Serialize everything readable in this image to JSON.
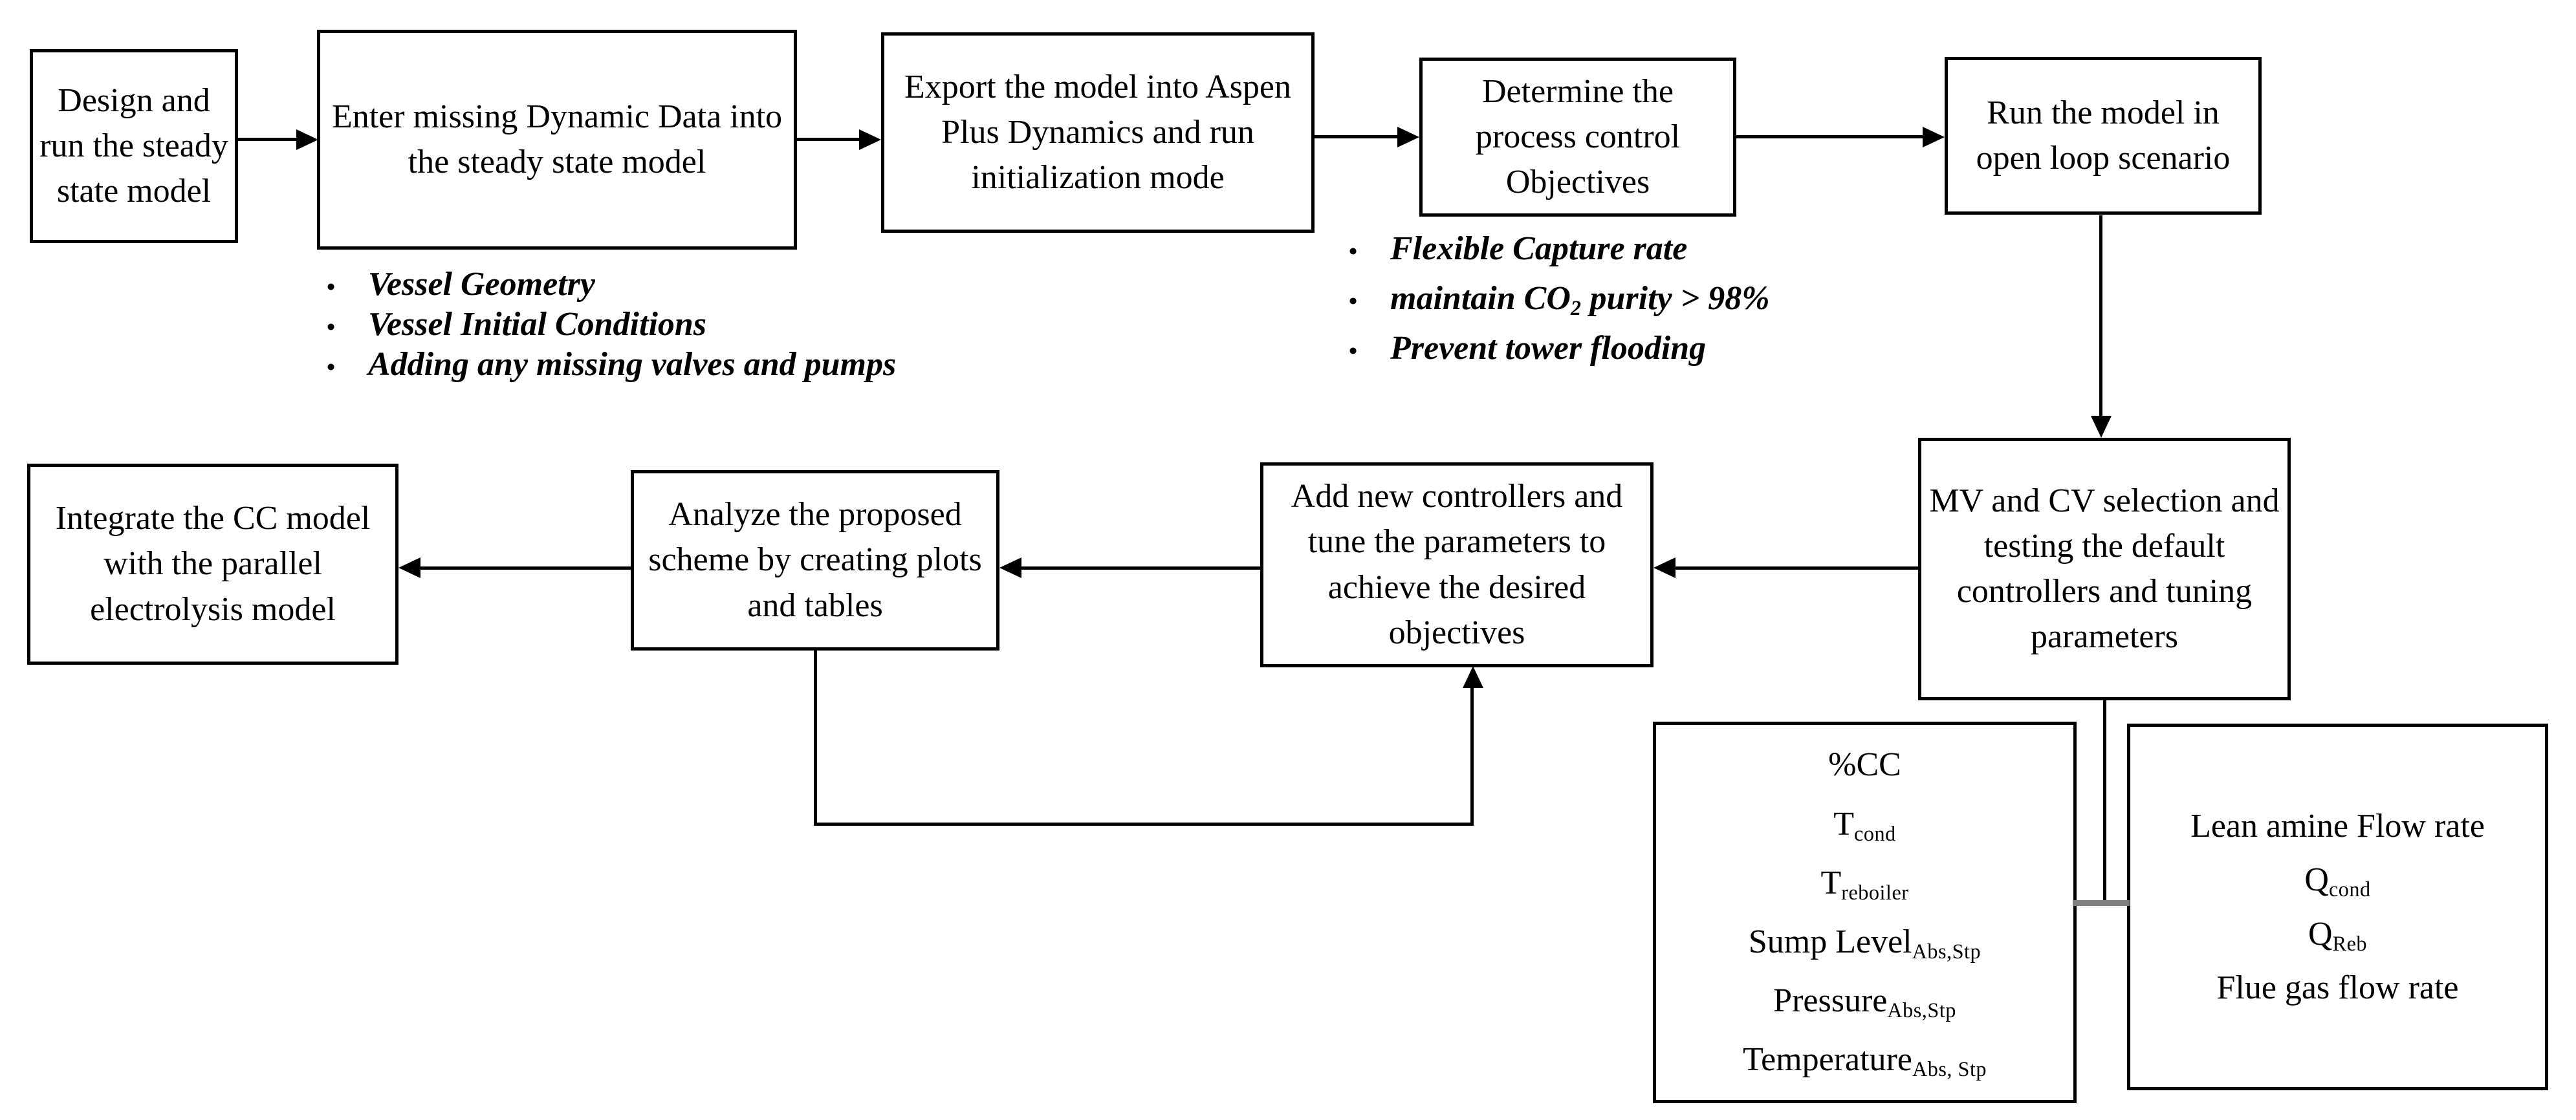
{
  "flowchart": {
    "boxes": {
      "design": {
        "label": "Design and run the steady state model"
      },
      "dynamic_data": {
        "label": "Enter missing Dynamic Data into the steady state model"
      },
      "export": {
        "label": "Export the model into Aspen Plus Dynamics and run initialization mode"
      },
      "objectives": {
        "label": "Determine the process control Objectives"
      },
      "open_loop": {
        "label": "Run the model in open loop scenario"
      },
      "mv_cv": {
        "label": "MV and CV selection and testing the default controllers and tuning parameters"
      },
      "controllers": {
        "label": "Add new controllers and tune the parameters to achieve the desired objectives"
      },
      "analyze": {
        "label": "Analyze the proposed scheme by creating plots and tables"
      },
      "integrate": {
        "label": "Integrate the CC model with the parallel electrolysis model"
      }
    },
    "dynamic_data_notes": {
      "bullet": "•",
      "items": [
        "Vessel Geometry",
        "Vessel Initial Conditions",
        "Adding any missing valves and pumps"
      ]
    },
    "objective_notes": {
      "bullet": "•",
      "items": [
        {
          "pre": "Flexible Capture rate",
          "sub": "",
          "post": ""
        },
        {
          "pre": "maintain CO",
          "sub": "2",
          "post": " purity > 98%"
        },
        {
          "pre": "Prevent tower flooding",
          "sub": "",
          "post": ""
        }
      ]
    },
    "controlled_variables": {
      "items": [
        {
          "base": "%CC",
          "sub": ""
        },
        {
          "base": "T",
          "sub": "cond"
        },
        {
          "base": "T",
          "sub": "reboiler"
        },
        {
          "base": "Sump Level",
          "sub": "Abs,Stp"
        },
        {
          "base": "Pressure",
          "sub": "Abs,Stp"
        },
        {
          "base": "Temperature",
          "sub": "Abs, Stp"
        }
      ]
    },
    "manipulated_variables": {
      "items": [
        {
          "base": "Lean amine Flow rate",
          "sub": ""
        },
        {
          "base": "Q",
          "sub": "cond"
        },
        {
          "base": "Q",
          "sub": "Reb"
        },
        {
          "base": "Flue gas flow rate",
          "sub": ""
        }
      ]
    },
    "colors": {
      "line": "#000000",
      "text": "#000000",
      "background": "#ffffff",
      "junction_connector": "#7f7f7f"
    }
  }
}
